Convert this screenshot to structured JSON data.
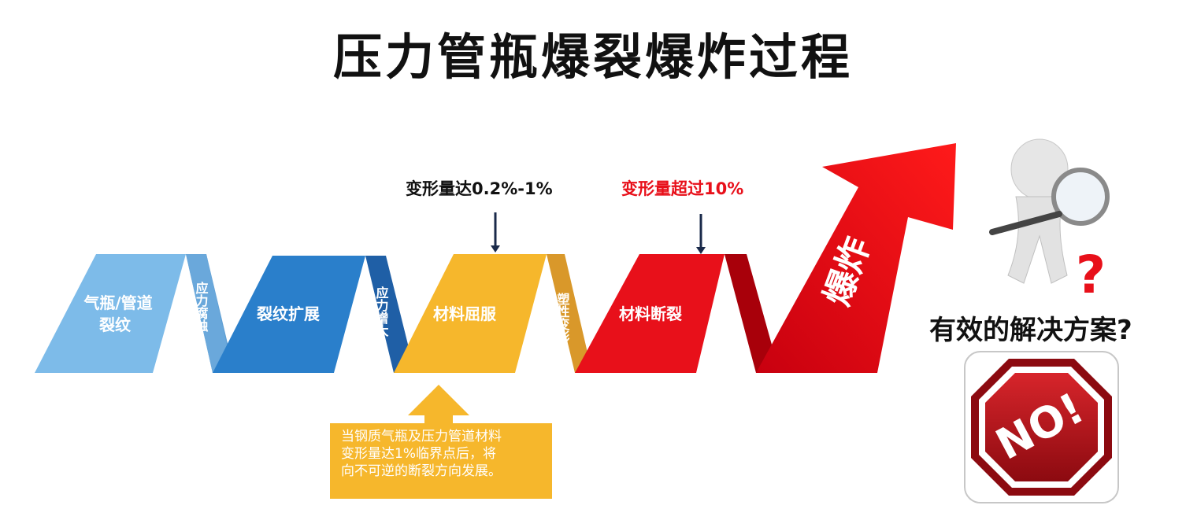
{
  "title": "压力管瓶爆裂爆炸过程",
  "stages": {
    "s1": "气瓶/管道",
    "s1b": "裂纹",
    "f1": "应力腐蚀",
    "s2": "裂纹扩展",
    "f2": "应力增大",
    "s3": "材料屈服",
    "f3": "塑性变形",
    "s4": "材料断裂",
    "arrow": "爆炸"
  },
  "notes": {
    "n1": "变形量达0.2%-1%",
    "n2": "变形量超过10%"
  },
  "callout": {
    "line1": "当钢质气瓶及压力管道材料",
    "line2": "变形量达1%临界点后，将",
    "line3": "向不可逆的断裂方向发展。"
  },
  "question": "有效的解决方案?",
  "no_sign": "NO!",
  "colors": {
    "light_blue": "#7dbbe9",
    "blue": "#2a7fcb",
    "dark_blue": "#1f5fa6",
    "yellow": "#f6b72c",
    "dark_yellow": "#d9982a",
    "red": "#e8101a",
    "dark_red": "#b4000c",
    "note_red": "#e8101a"
  }
}
